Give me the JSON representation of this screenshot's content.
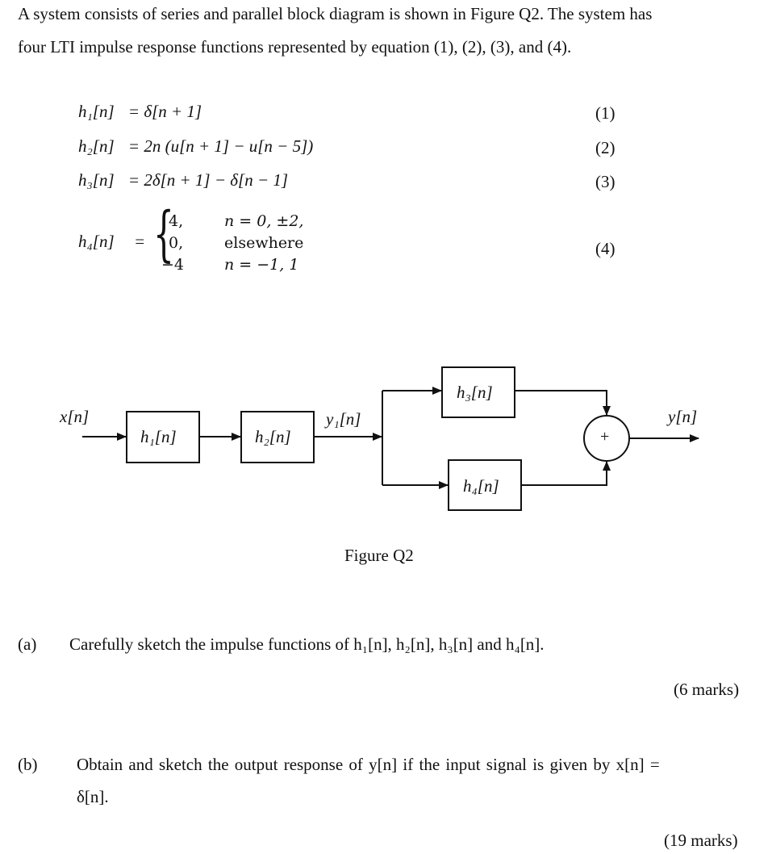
{
  "intro": {
    "line1": "A system consists of series and parallel block diagram is shown in Figure Q2. The system has",
    "line2": "four LTI impulse response functions represented by equation (1), (2), (3), and (4)."
  },
  "equations": [
    {
      "lhs": "h₁[n]",
      "rhs": "=  δ[n + 1]",
      "number": "(1)"
    },
    {
      "lhs": "h₂[n]",
      "rhs": "= 2n (u[n + 1]  −  u[n  −  5])",
      "number": "(2)"
    },
    {
      "lhs": "h₃[n]",
      "rhs": "=  2δ[n + 1]  −  δ[n  −  1]",
      "number": "(3)"
    },
    {
      "lhs": "h₄[n]",
      "rhs": "=",
      "number": "(4)",
      "cases": [
        {
          "value": "4,",
          "condition": "n = 0, ±2,"
        },
        {
          "value": "0,",
          "condition": "elsewhere"
        },
        {
          "value": "−4",
          "condition": "n = −1, 1"
        }
      ]
    }
  ],
  "diagram": {
    "input_label": "x[n]",
    "block1": "h₁[n]",
    "block2": "h₂[n]",
    "mid_label": "y₁[n]",
    "block3": "h₃[n]",
    "block4": "h₄[n]",
    "sum_symbol": "+",
    "output_label": "y[n]",
    "caption": "Figure Q2"
  },
  "questions": [
    {
      "label": "(a)",
      "text": "Carefully sketch the impulse functions of  h₁[n], h₂[n], h₃[n] and h₄[n].",
      "marks": "(6 marks)"
    },
    {
      "label": "(b)",
      "line1": "Obtain and sketch the output response of y[n]  if the input signal is given by x[n] =",
      "line2": "δ[n].",
      "marks": "(19 marks)"
    }
  ]
}
